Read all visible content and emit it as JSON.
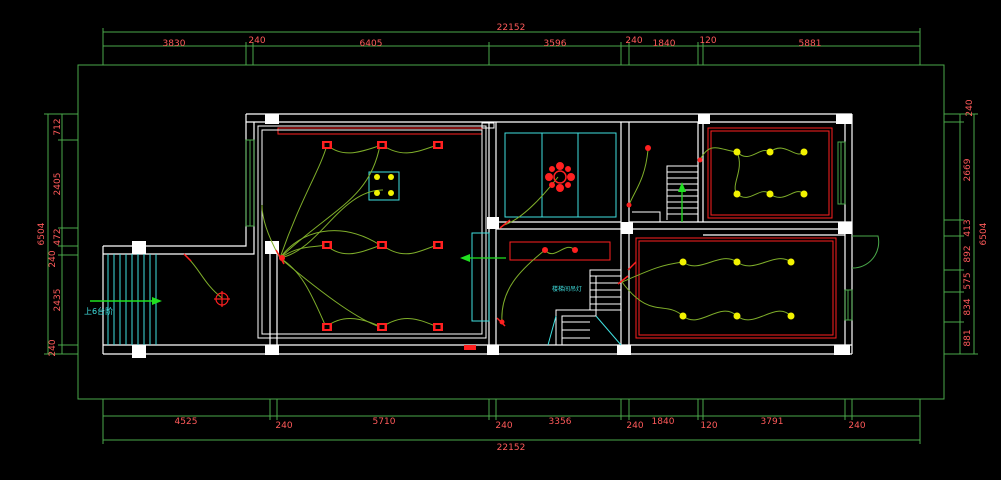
{
  "colors": {
    "background": "#000000",
    "frame": "#4aa84a",
    "dimension_line": "#4aa84a",
    "dimension_text": "#ff5a5a",
    "wall": "#ffffff",
    "wiring": "#7fae2a",
    "fixture_red": "#ff2020",
    "fixture_yellow": "#f2f200",
    "label": "#3fe0e0"
  },
  "dimensions": {
    "top_total": "22152",
    "top": [
      "3830",
      "240",
      "6405",
      "3596",
      "240",
      "1840",
      "120",
      "5881"
    ],
    "bottom_total": "22152",
    "bottom": [
      "4525",
      "240",
      "5710",
      "240",
      "3356",
      "240",
      "1840",
      "120",
      "3791",
      "240"
    ],
    "left_total": "6504",
    "left": [
      "712",
      "2405",
      "472",
      "240",
      "2435",
      "240"
    ],
    "right_total": "6504",
    "right": [
      "240",
      "2669",
      "413",
      "892",
      "575",
      "834",
      "881"
    ]
  },
  "labels": {
    "stair_up": "上6台阶",
    "mid_note": "楼梯间吊灯"
  }
}
